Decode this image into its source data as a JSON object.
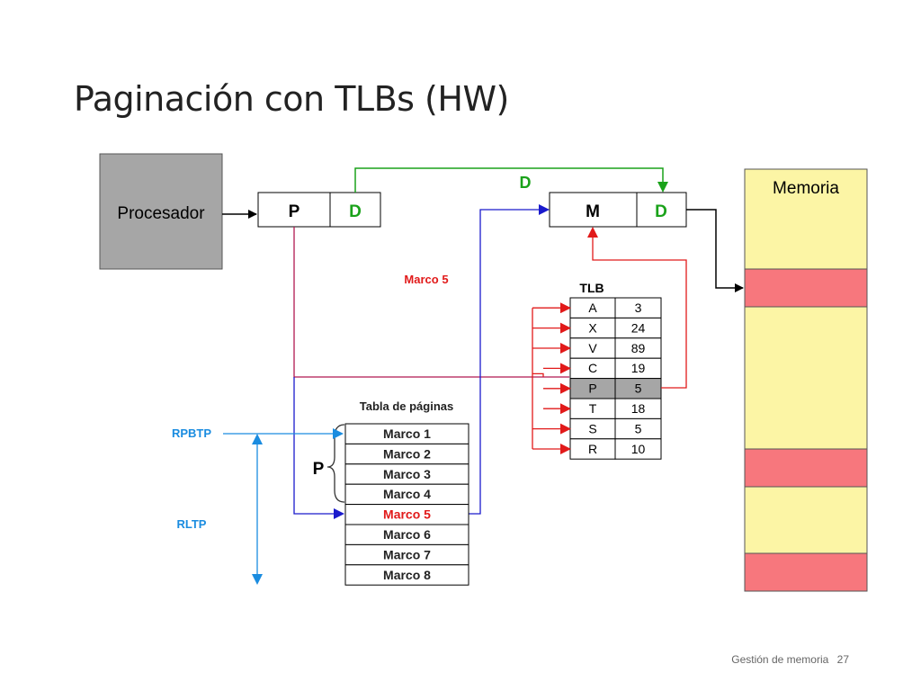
{
  "title": "Paginación con TLBs (HW)",
  "processor_label": "Procesador",
  "logical_address": {
    "p": "P",
    "d": "D"
  },
  "physical_address": {
    "m": "M",
    "d": "D"
  },
  "d_transfer_label": "D",
  "marco_label": "Marco 5",
  "memory_label": "Memoria",
  "tlb": {
    "label": "TLB",
    "rows": [
      {
        "page": "A",
        "frame": "3"
      },
      {
        "page": "X",
        "frame": "24"
      },
      {
        "page": "V",
        "frame": "89"
      },
      {
        "page": "C",
        "frame": "19"
      },
      {
        "page": "P",
        "frame": "5"
      },
      {
        "page": "T",
        "frame": "18"
      },
      {
        "page": "S",
        "frame": "5"
      },
      {
        "page": "R",
        "frame": "10"
      }
    ],
    "highlight_index": 4
  },
  "page_table": {
    "label": "Tabla de páginas",
    "rows": [
      "Marco 1",
      "Marco 2",
      "Marco 3",
      "Marco 4",
      "Marco 5",
      "Marco 6",
      "Marco 7",
      "Marco 8"
    ],
    "highlight_index": 4
  },
  "p_brace_label": "P",
  "rpbtp_label": "RPBTP",
  "rltp_label": "RLTP",
  "footer": {
    "text": "Gestión de memoria",
    "page": "27"
  },
  "colors": {
    "processor_fill": "#a6a6a6",
    "memory_fill": "#fcf5a5",
    "memory_highlight": "#f7777d",
    "green": "#1aa21a",
    "red": "#e11a1a",
    "blue": "#1a1acc",
    "light_blue": "#1a8ce0",
    "maroon": "#b01850",
    "tlb_highlight": "#a6a6a6"
  }
}
